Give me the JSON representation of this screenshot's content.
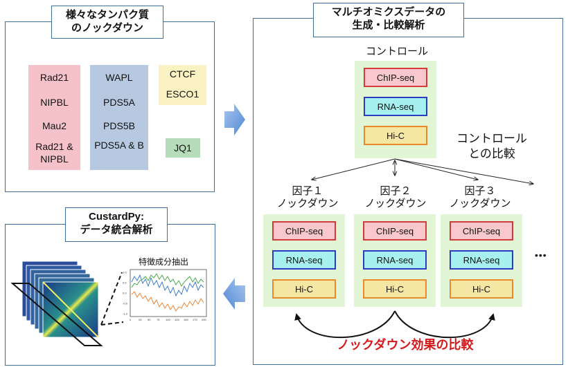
{
  "knockdown_panel": {
    "title_line1": "様々なタンパク質",
    "title_line2": "のノックダウン",
    "groups": [
      {
        "color": "#f5c2c9",
        "items": [
          "Rad21",
          "NIPBL",
          "Mau2",
          "Rad21 &",
          "NIPBL"
        ]
      },
      {
        "color": "#b6c9e0",
        "items": [
          "WAPL",
          "PDS5A",
          "PDS5B",
          "PDS5A & B"
        ]
      },
      {
        "color": "#fbf2c4",
        "items": [
          "CTCF",
          "ESCO1"
        ]
      },
      {
        "color": "#b6dcb9",
        "items": [
          "JQ1"
        ]
      }
    ]
  },
  "multiomics_panel": {
    "title_line1": "マルチオミクスデータの",
    "title_line2": "生成・比較解析",
    "control_label": "コントロール",
    "compare_label_line1": "コントロール",
    "compare_label_line2": "との比較",
    "assays": [
      "ChIP-seq",
      "RNA-seq",
      "Hi-C"
    ],
    "factors": [
      {
        "line1": "因子１",
        "line2": "ノックダウン"
      },
      {
        "line1": "因子２",
        "line2": "ノックダウン"
      },
      {
        "line1": "因子３",
        "line2": "ノックダウン"
      }
    ],
    "ellipsis": "•••",
    "effect_label": "ノックダウン効果の比較"
  },
  "custardpy_panel": {
    "title_line1": "CustardPy:",
    "title_line2": "データ統合解析",
    "feature_label": "特徴成分抽出",
    "plot_x_ticks": [
      "0",
      "25",
      "50",
      "75",
      "100",
      "125",
      "150",
      "175",
      "200"
    ],
    "plot_y_ticks": [
      "1.0",
      "0.5",
      "0.0",
      "-0.5",
      "-1.0"
    ]
  },
  "colors": {
    "panel_border": "#3f6f9f",
    "arrow_blue": "#6f9fdc",
    "effect_red": "#d8191c",
    "green_panel": "#e2f6d5"
  }
}
